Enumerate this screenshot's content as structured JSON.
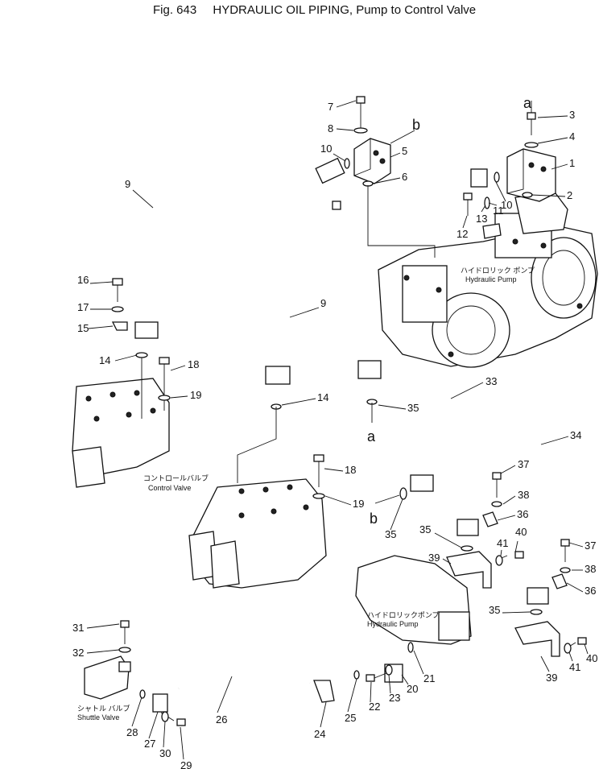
{
  "title": {
    "figure": "Fig. 643",
    "text": "HYDRAULIC OIL PIPING, Pump to Control Valve"
  },
  "components": {
    "hydraulic_pump_top": {
      "jp": "ハイドロリック ポンプ",
      "en": "Hydraulic Pump"
    },
    "control_valve_left": {
      "jp": "コントロールバルブ",
      "en": "Control Valve"
    },
    "hydraulic_pump_bottom": {
      "jp": "ハイドロリックポンプ",
      "en": "Hydraulic Pump"
    },
    "shuttle_valve": {
      "jp": "シャトル バルブ",
      "en": "Shuttle Valve"
    }
  },
  "markers": {
    "a": "a",
    "b": "b"
  },
  "callouts": [
    "1",
    "2",
    "3",
    "4",
    "5",
    "6",
    "7",
    "8",
    "9",
    "10",
    "11",
    "12",
    "13",
    "14",
    "15",
    "16",
    "17",
    "18",
    "19",
    "20",
    "21",
    "22",
    "23",
    "24",
    "25",
    "26",
    "27",
    "28",
    "29",
    "30",
    "31",
    "32",
    "33",
    "34",
    "35",
    "36",
    "37",
    "38",
    "39",
    "40",
    "41"
  ]
}
